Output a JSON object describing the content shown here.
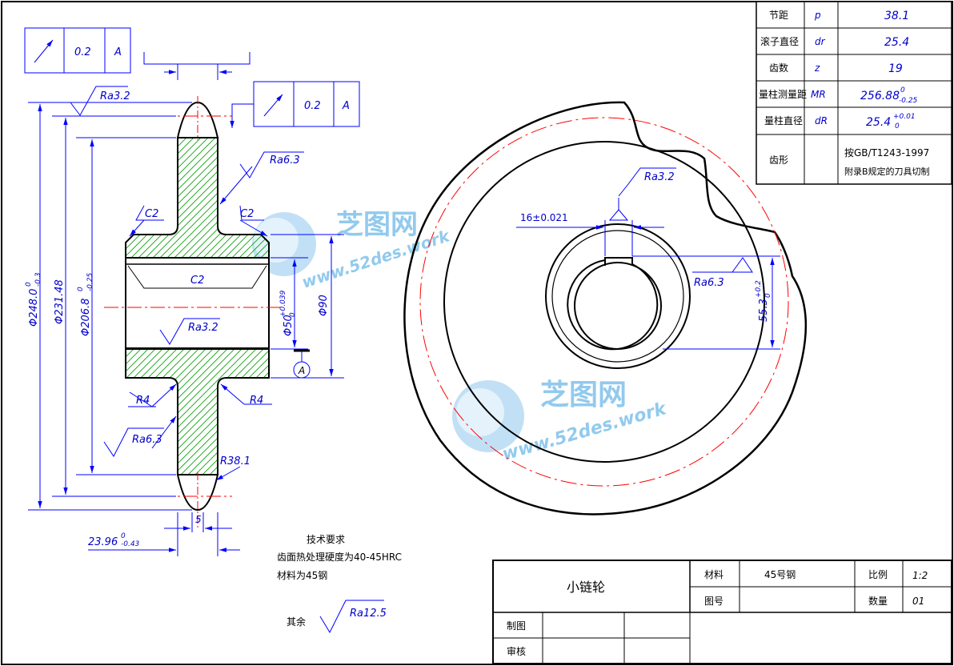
{
  "params": [
    {
      "name": "节距",
      "sym": "p",
      "val": "38.1"
    },
    {
      "name": "滚子直径",
      "sym": "dr",
      "val": "25.4"
    },
    {
      "name": "齿数",
      "sym": "z",
      "val": "19"
    },
    {
      "name": "量柱测量距",
      "sym": "MR",
      "val": "256.88",
      "sup": "0",
      "sub": "-0.25"
    },
    {
      "name": "量柱直径",
      "sym": "dR",
      "val": "25.4",
      "sup": "+0.01",
      "sub": "0"
    },
    {
      "name": "齿形",
      "sym": "",
      "val": "按GB/T1243-1997",
      "val2": "附录B规定的刀具切制"
    }
  ],
  "tolerance_frames": [
    {
      "val": "0.2",
      "datum": "A"
    },
    {
      "val": "0.2",
      "datum": "A"
    }
  ],
  "section": {
    "ra_top": "Ra3.2",
    "ra_web": "Ra6.3",
    "ra_bore": "Ra3.2",
    "ra_web_low": "Ra6.3",
    "c2_left": "C2",
    "c2_right": "C2",
    "c2_bore": "C2",
    "r4_left": "R4",
    "r4_right": "R4",
    "r38": "R38.1",
    "dia_outer": "Φ248.0",
    "dia_outer_tol": "0",
    "dia_outer_tol2": "-0.3",
    "dia_pitch": "Φ231.48",
    "dia_root": "Φ206.8",
    "dia_root_tol": "0",
    "dia_root_tol2": "-0.25",
    "dia_bore": "Φ50",
    "dia_bore_tol": "+0.039",
    "dia_bore_tol2": "0",
    "dia_hub": "Φ90",
    "width": "23.96",
    "width_tol": "0",
    "width_tol2": "-0.43",
    "five": "5",
    "datum": "A"
  },
  "front": {
    "keyway": "16±0.021",
    "ra_key": "Ra3.2",
    "ra_keybot": "Ra6.3",
    "depth": "55.3",
    "depth_tol": "+0.2",
    "depth_tol2": "0"
  },
  "notes": {
    "title": "技术要求",
    "line1": "齿面热处理硬度为40-45HRC",
    "line2": "材料为45钢",
    "rest_label": "其余",
    "rest_ra": "Ra12.5"
  },
  "titleblock": {
    "part": "小链轮",
    "material_label": "材料",
    "material": "45号钢",
    "scale_label": "比例",
    "scale": "1:2",
    "drawing_no_label": "图号",
    "qty_label": "数量",
    "qty": "01",
    "drawn": "制图",
    "checked": "审核"
  },
  "watermark": {
    "cn": "芝图网",
    "url": "www.52des.work"
  },
  "colors": {
    "line": "#000000",
    "dim": "#0000ff",
    "center": "#ff0000",
    "hatch": "#00a000",
    "dimtext": "#0000cc"
  }
}
